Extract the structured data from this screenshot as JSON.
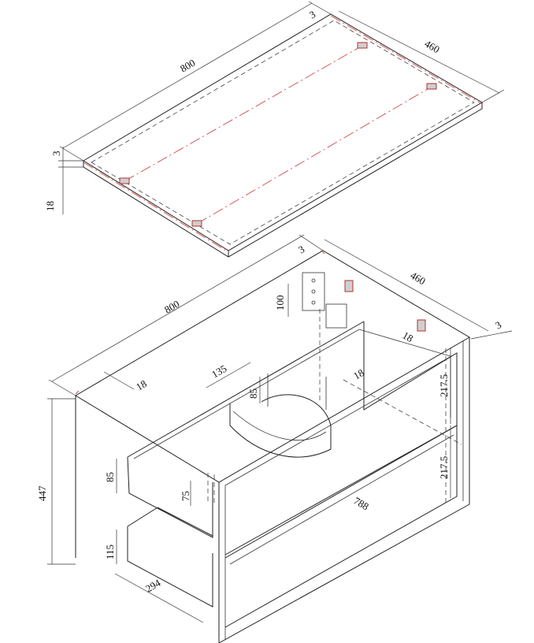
{
  "colors": {
    "line": "#222222",
    "centerline": "#d24b4b",
    "hinge": "#b03030"
  },
  "top_panel": {
    "width": "800",
    "depth": "460",
    "gap_back": "3",
    "gap_side": "3",
    "thickness": "18"
  },
  "cabinet": {
    "width": "800",
    "depth": "460",
    "gap_top": "3",
    "gap_side": "3",
    "height": "447",
    "bracket_height": "100",
    "bracket_depth": "18",
    "panel_thickness_left": "18",
    "divider_thickness": "18",
    "cutout_width": "135",
    "cutout_depth": "85",
    "upper_drawer_height": "85",
    "rail_height": "75",
    "lower_drawer_height": "115",
    "drawer_depth": "294",
    "inner_width": "788",
    "upper_compartment_height": "217.5",
    "lower_compartment_height": "217.5"
  }
}
